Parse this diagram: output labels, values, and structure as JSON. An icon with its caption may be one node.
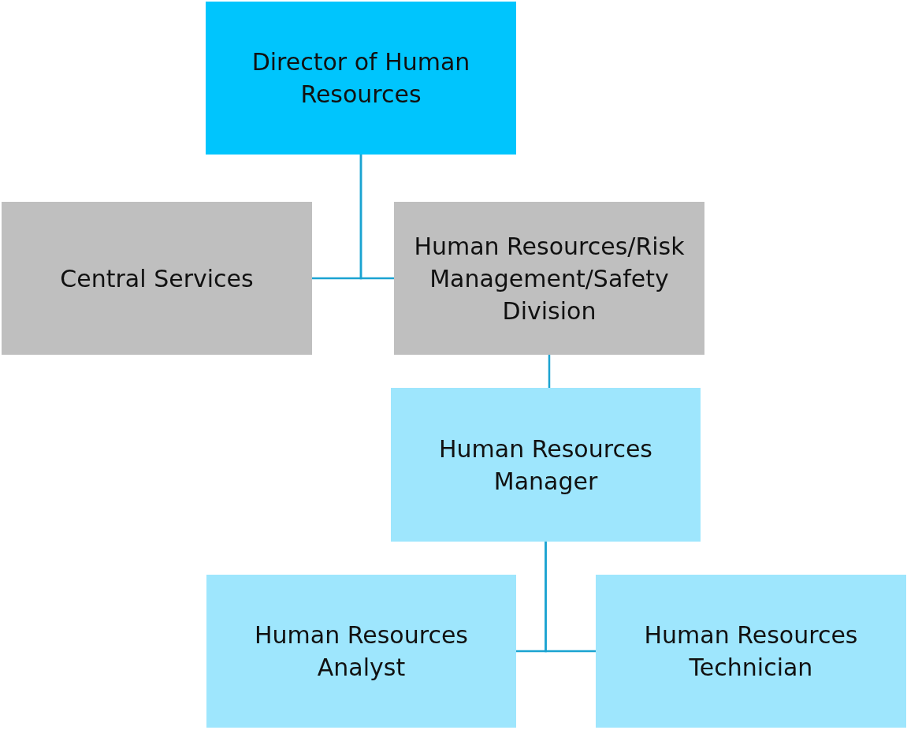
{
  "diagram": {
    "nodes": [
      {
        "text": [
          "Director of Human Resources"
        ]
      },
      {
        "text": [
          "Central Services"
        ]
      },
      {
        "text": [
          "Human Resources/Risk Management/Safety Division"
        ]
      },
      {
        "text": [
          "Human Resources Manager"
        ]
      },
      {
        "text": [
          "Human Resources Analyst"
        ]
      },
      {
        "text": [
          "Human Resources Technician"
        ]
      }
    ],
    "edges": [
      {
        "from": 0,
        "to": 1,
        "arrow": "none"
      },
      {
        "from": 0,
        "to": 2,
        "arrow": "none"
      },
      {
        "from": 2,
        "to": 3,
        "arrow": "none"
      },
      {
        "from": 3,
        "to": 4,
        "arrow": "none"
      },
      {
        "from": 3,
        "to": 5,
        "arrow": "none"
      }
    ]
  }
}
